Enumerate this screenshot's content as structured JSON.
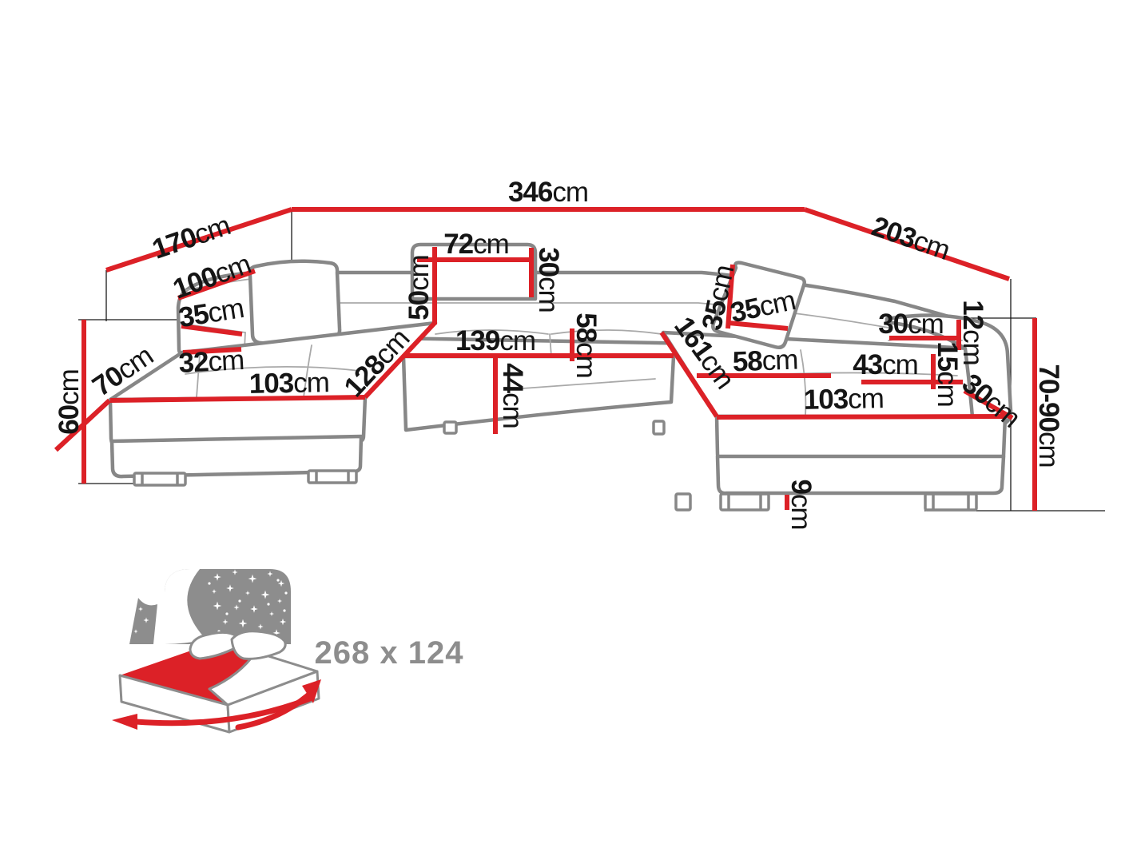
{
  "colors": {
    "dimension_red": "#dc2127",
    "sofa_gray": "#878787",
    "icon_gray": "#8d8d8d",
    "text_black": "#151515"
  },
  "dims": [
    {
      "v": "346",
      "u": "cm"
    },
    {
      "v": "170",
      "u": "cm"
    },
    {
      "v": "203",
      "u": "cm"
    },
    {
      "v": "100",
      "u": "cm"
    },
    {
      "v": "35",
      "u": "cm"
    },
    {
      "v": "70",
      "u": "cm"
    },
    {
      "v": "32",
      "u": "cm"
    },
    {
      "v": "60",
      "u": "cm"
    },
    {
      "v": "103",
      "u": "cm"
    },
    {
      "v": "128",
      "u": "cm"
    },
    {
      "v": "50",
      "u": "cm"
    },
    {
      "v": "72",
      "u": "cm"
    },
    {
      "v": "30",
      "u": "cm"
    },
    {
      "v": "139",
      "u": "cm"
    },
    {
      "v": "58",
      "u": "cm"
    },
    {
      "v": "44",
      "u": "cm"
    },
    {
      "v": "35",
      "u": "cm"
    },
    {
      "v": "35",
      "u": "cm"
    },
    {
      "v": "161",
      "u": "cm"
    },
    {
      "v": "58",
      "u": "cm"
    },
    {
      "v": "43",
      "u": "cm"
    },
    {
      "v": "103",
      "u": "cm"
    },
    {
      "v": "30",
      "u": "cm"
    },
    {
      "v": "12",
      "u": "cm"
    },
    {
      "v": "15",
      "u": "cm"
    },
    {
      "v": "30",
      "u": "cm"
    },
    {
      "v": "70-90",
      "u": "cm"
    },
    {
      "v": "9",
      "u": "cm"
    }
  ],
  "sleeping_area": {
    "size": "268 x 124"
  }
}
